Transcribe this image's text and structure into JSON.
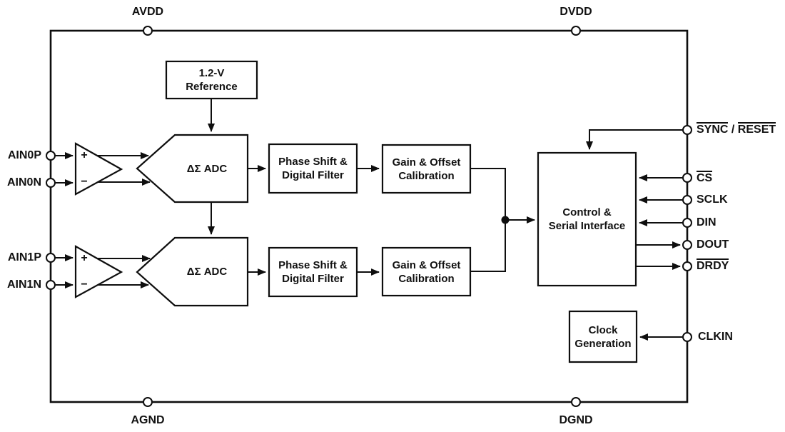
{
  "diagram": {
    "colors": {
      "line": "#0e0e0e",
      "background": "#ffffff"
    },
    "blocks": {
      "reference": "1.2-V\nReference",
      "adc_top": "ΔΣ ADC",
      "adc_bottom": "ΔΣ ADC",
      "phase_filter_top": "Phase Shift &\nDigital Filter",
      "phase_filter_bottom": "Phase Shift &\nDigital Filter",
      "calibration_top": "Gain & Offset\nCalibration",
      "calibration_bottom": "Gain & Offset\nCalibration",
      "control": "Control &\nSerial Interface",
      "clock": "Clock\nGeneration"
    },
    "amplifier": {
      "plus": "+",
      "minus": "−"
    },
    "pins": {
      "avdd": "AVDD",
      "dvdd": "DVDD",
      "agnd": "AGND",
      "dgnd": "DGND",
      "ain0p": "AIN0P",
      "ain0n": "AIN0N",
      "ain1p": "AIN1P",
      "ain1n": "AIN1N",
      "sync": "SYNC",
      "sync_sep": " / ",
      "reset": "RESET",
      "cs": "CS",
      "sclk": "SCLK",
      "din": "DIN",
      "dout": "DOUT",
      "drdy": "DRDY",
      "clkin": "CLKIN"
    }
  }
}
